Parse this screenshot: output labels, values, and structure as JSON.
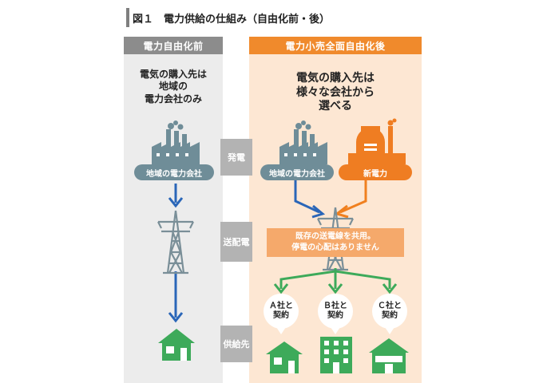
{
  "title": "図１　電力供給の仕組み（自由化前・後）",
  "columns": {
    "before": {
      "header": "電力自由化前",
      "subtitle_line1": "電気の購入先は",
      "subtitle_line2": "地域の",
      "subtitle_line3": "電力会社のみ"
    },
    "after": {
      "header": "電力小売全面自由化後",
      "subtitle_line1": "電気の購入先は",
      "subtitle_line2": "様々な会社から",
      "subtitle_line3": "選べる"
    }
  },
  "stages": {
    "generation": "発電",
    "transmission": "送配電",
    "supply": "供給先"
  },
  "plants": {
    "regional": "地域の電力会社",
    "new": "新電力"
  },
  "note": {
    "line1": "既存の送電線を共用。",
    "line2": "停電の心配はありません"
  },
  "contracts": [
    {
      "line1": "Ａ社と",
      "line2": "契約"
    },
    {
      "line1": "Ｂ社と",
      "line2": "契約"
    },
    {
      "line1": "Ｃ社と",
      "line2": "契約"
    }
  ],
  "colors": {
    "before_header": "#8c8c8c",
    "after_header": "#f08a2c",
    "factory": "#6f8d98",
    "new_power": "#ef7d22",
    "arrow_blue": "#2a66b8",
    "arrow_orange": "#f0801f",
    "tower": "#7a8f98",
    "house_green": "#3daa5a",
    "stage_label": "#b3b3b3"
  },
  "icons": [
    "factory-icon",
    "nuclear-plant-icon",
    "transmission-tower-icon",
    "house-icon",
    "apartment-icon",
    "shop-icon"
  ]
}
